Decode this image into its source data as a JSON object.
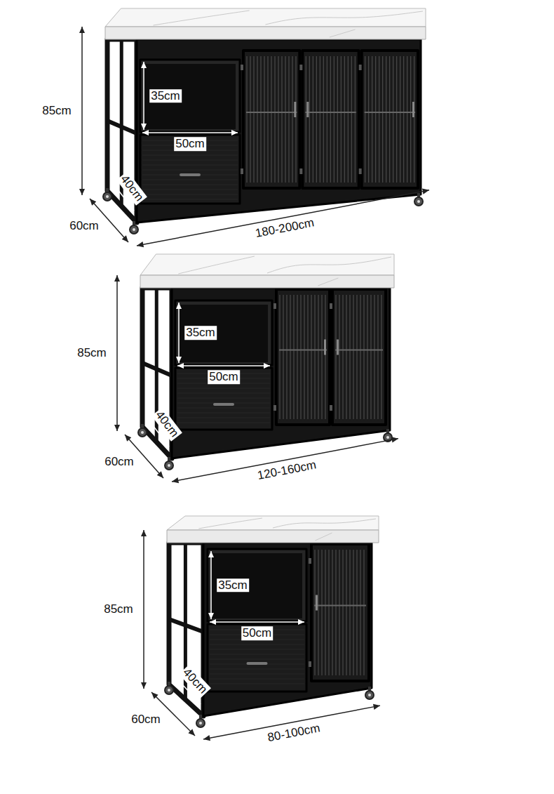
{
  "diagram": {
    "labels": [
      "85cm",
      "35cm",
      "50cm",
      "40cm",
      "60cm",
      "180-200cm",
      "85cm",
      "35cm",
      "50cm",
      "40cm",
      "60cm",
      "120-160cm",
      "85cm",
      "35cm",
      "50cm",
      "40cm",
      "60cm",
      "80-100cm"
    ]
  }
}
